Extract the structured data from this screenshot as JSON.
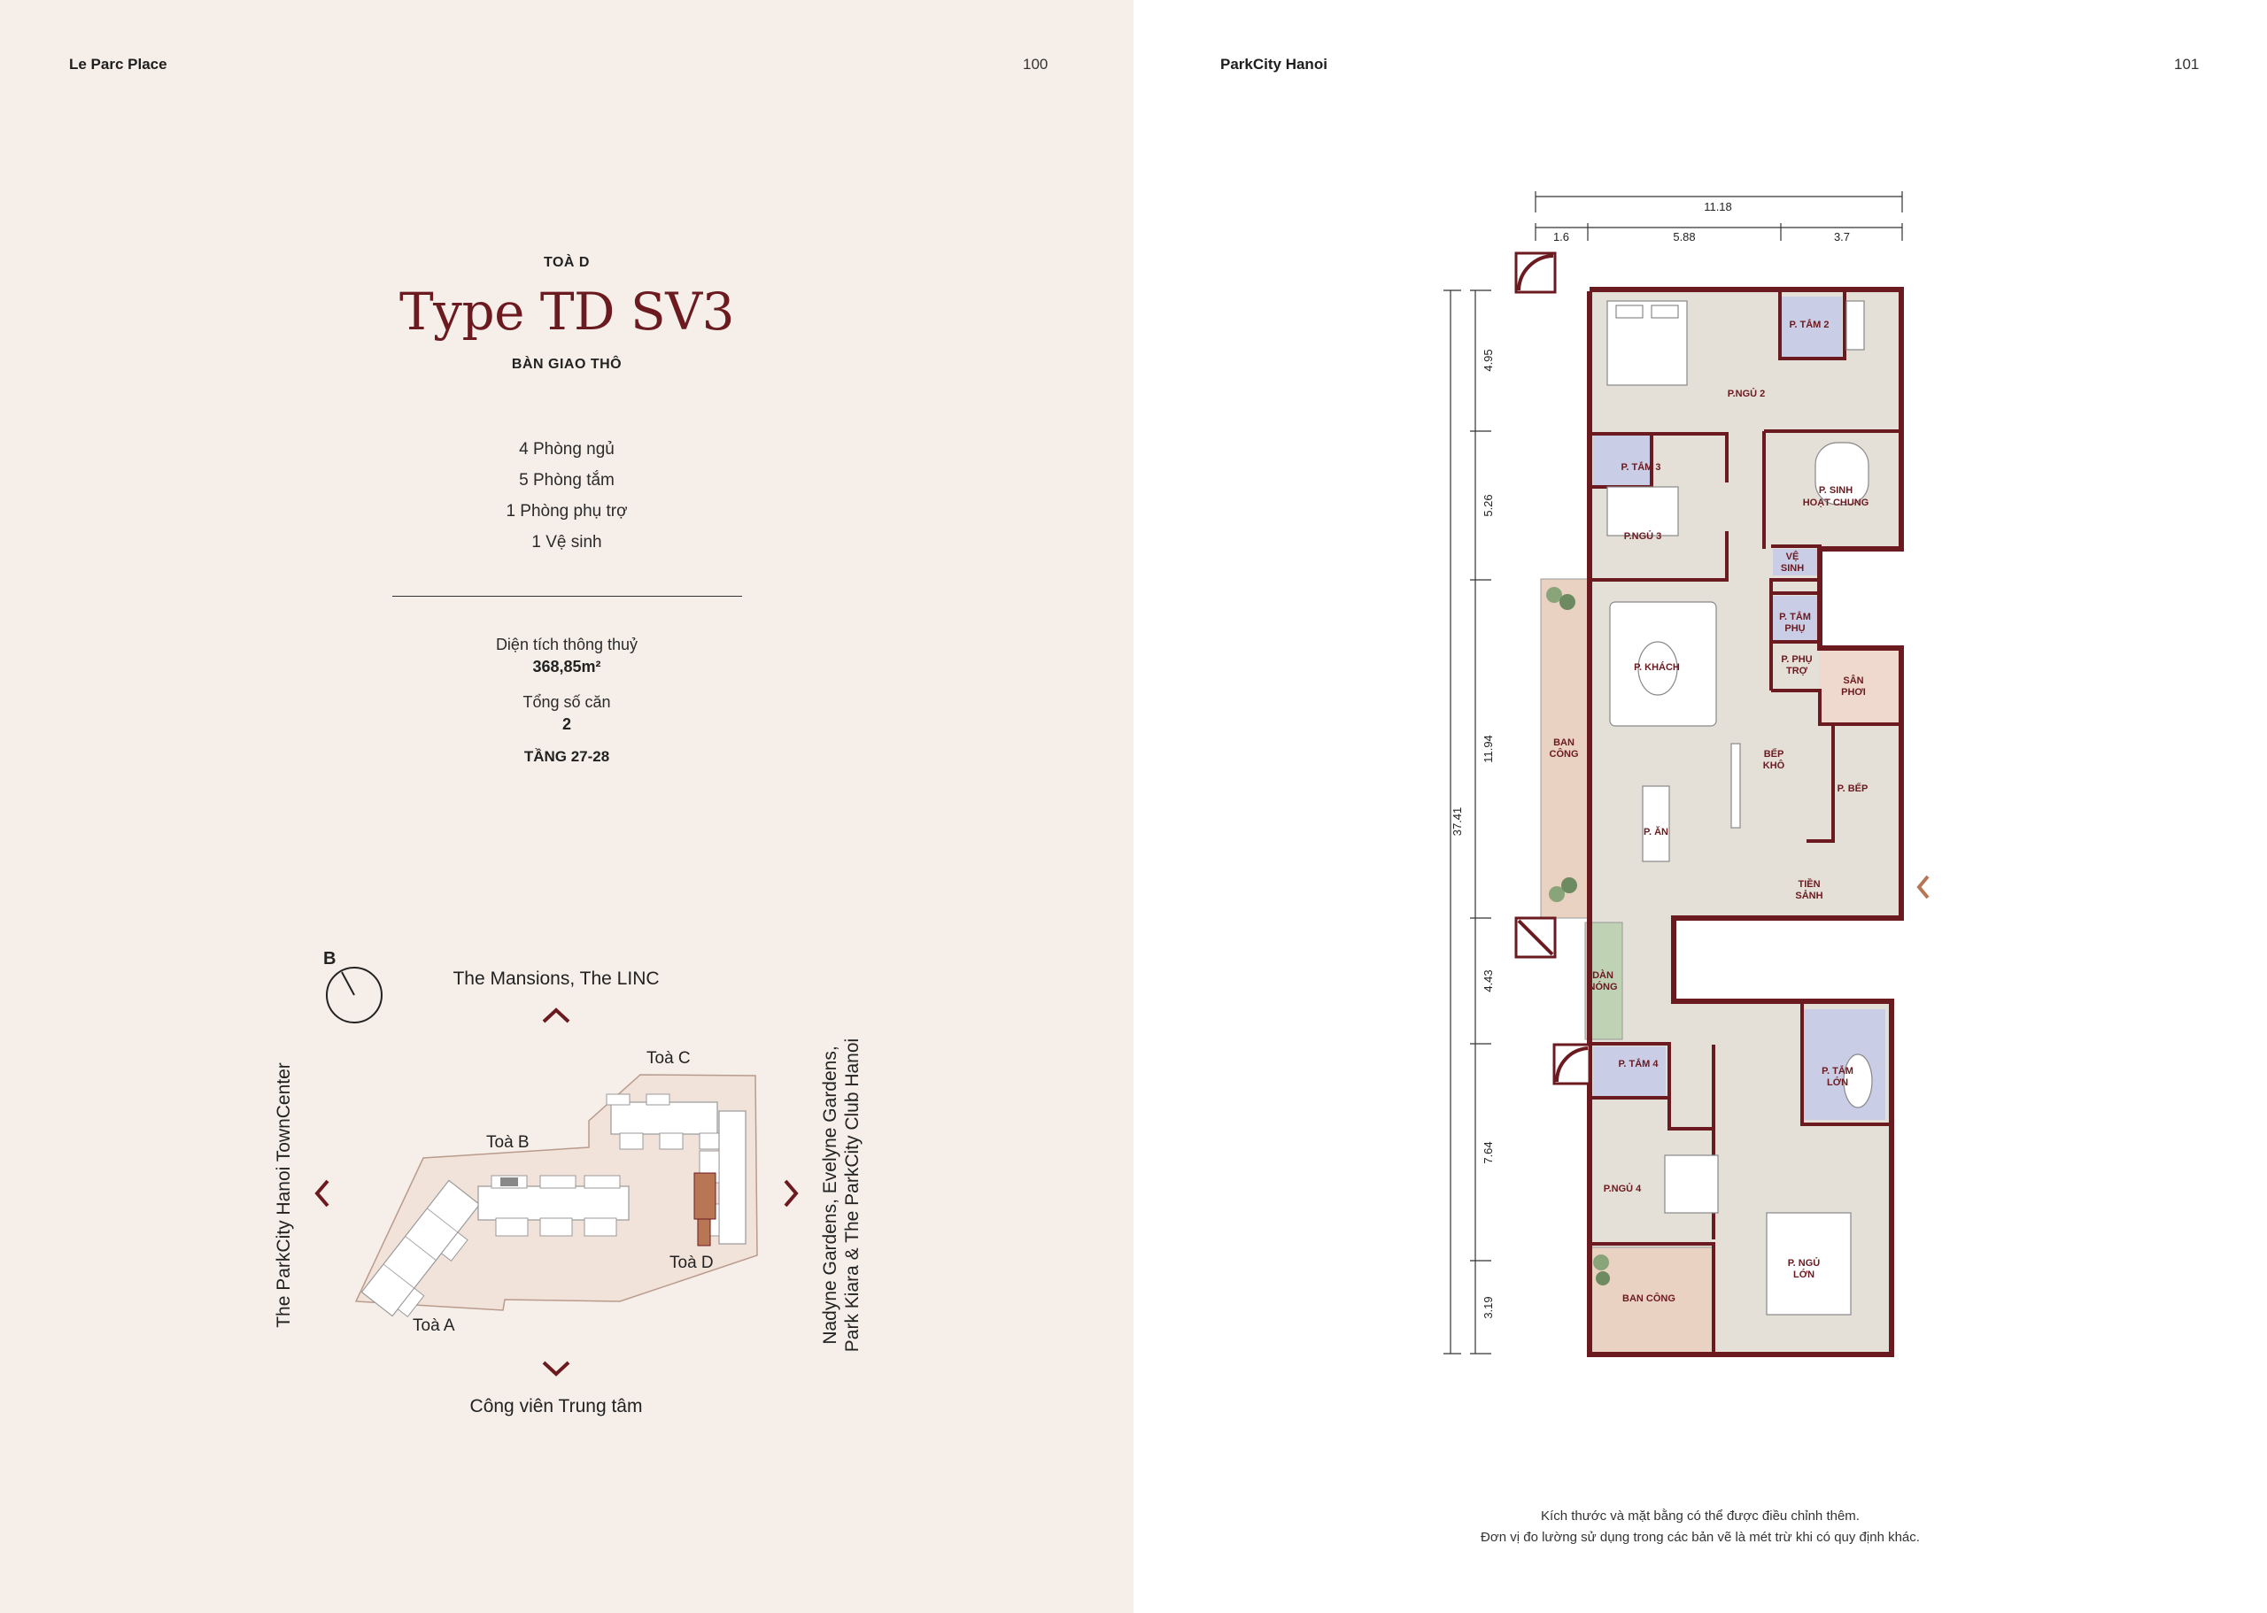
{
  "left_page": {
    "header": "Le Parc Place",
    "page_number": "100",
    "building": "TOÀ D",
    "title": "Type TD SV3",
    "handover": "BÀN GIAO THÔ",
    "features": [
      "4 Phòng ngủ",
      "5 Phòng tắm",
      "1 Phòng phụ trợ",
      "1 Vệ sinh"
    ],
    "area_label": "Diện tích thông thuỷ",
    "area_value": "368,85m²",
    "units_label": "Tổng số căn",
    "units_value": "2",
    "floors": "TẦNG 27-28"
  },
  "site_plan": {
    "compass": "B",
    "north": "The Mansions, The LINC",
    "south": "Công viên Trung tâm",
    "west": "The ParkCity Hanoi TownCenter",
    "east_line1": "Nadyne Gardens, Evelyne Gardens,",
    "east_line2": "Park Kiara & The ParkCity Club Hanoi",
    "towers": [
      "Toà A",
      "Toà B",
      "Toà C",
      "Toà D"
    ]
  },
  "right_page": {
    "header": "ParkCity Hanoi",
    "page_number": "101",
    "dims_top": [
      "11.18",
      "1.6",
      "5.88",
      "3.7"
    ],
    "dims_left": [
      "37.41",
      "4.95",
      "5.26",
      "11.94",
      "4.43",
      "7.64",
      "3.19"
    ],
    "rooms": {
      "bath2": "P. TẮM 2",
      "bed2": "P.NGỦ 2",
      "bath3": "P. TẮM 3",
      "living_line1": "P. SINH",
      "living_line2": "HOẠT CHUNG",
      "bed3": "P.NGỦ 3",
      "wc_line1": "VỆ",
      "wc_line2": "SINH",
      "auxbath_line1": "P. TẮM",
      "auxbath_line2": "PHỤ",
      "aux_line1": "P. PHỤ",
      "aux_line2": "TRỢ",
      "lounge": "P. KHÁCH",
      "yard_line1": "SÂN",
      "yard_line2": "PHƠI",
      "balcony_line1": "BAN",
      "balcony_line2": "CÔNG",
      "drykitchen_line1": "BẾP",
      "drykitchen_line2": "KHÔ",
      "kitchen": "P. BẾP",
      "dining": "P. ĂN",
      "foyer_line1": "TIỀN",
      "foyer_line2": "SẢNH",
      "ac_line1": "DÀN",
      "ac_line2": "NÓNG",
      "bath4": "P. TẮM 4",
      "masterbath_line1": "P. TẮM",
      "masterbath_line2": "LỚN",
      "bed4": "P.NGỦ 4",
      "master_line1": "P. NGỦ",
      "master_line2": "LỚN",
      "balcony2": "BAN CÔNG"
    },
    "note_line1": "Kích thước và mặt bằng có thể được điều chỉnh thêm.",
    "note_line2": "Đơn vị đo lường sử dụng trong các bản vẽ là mét trừ khi có quy định khác."
  },
  "colors": {
    "accent": "#6b1a1f",
    "left_bg": "#f6efe9",
    "room_floor": "#e4e0d8",
    "bath_fill": "#c9cde6",
    "service_fill": "#efd9cf",
    "balcony_fill": "#ead2c2",
    "highlight_tower": "#b87655",
    "green_fill": "#bfd2b4"
  }
}
